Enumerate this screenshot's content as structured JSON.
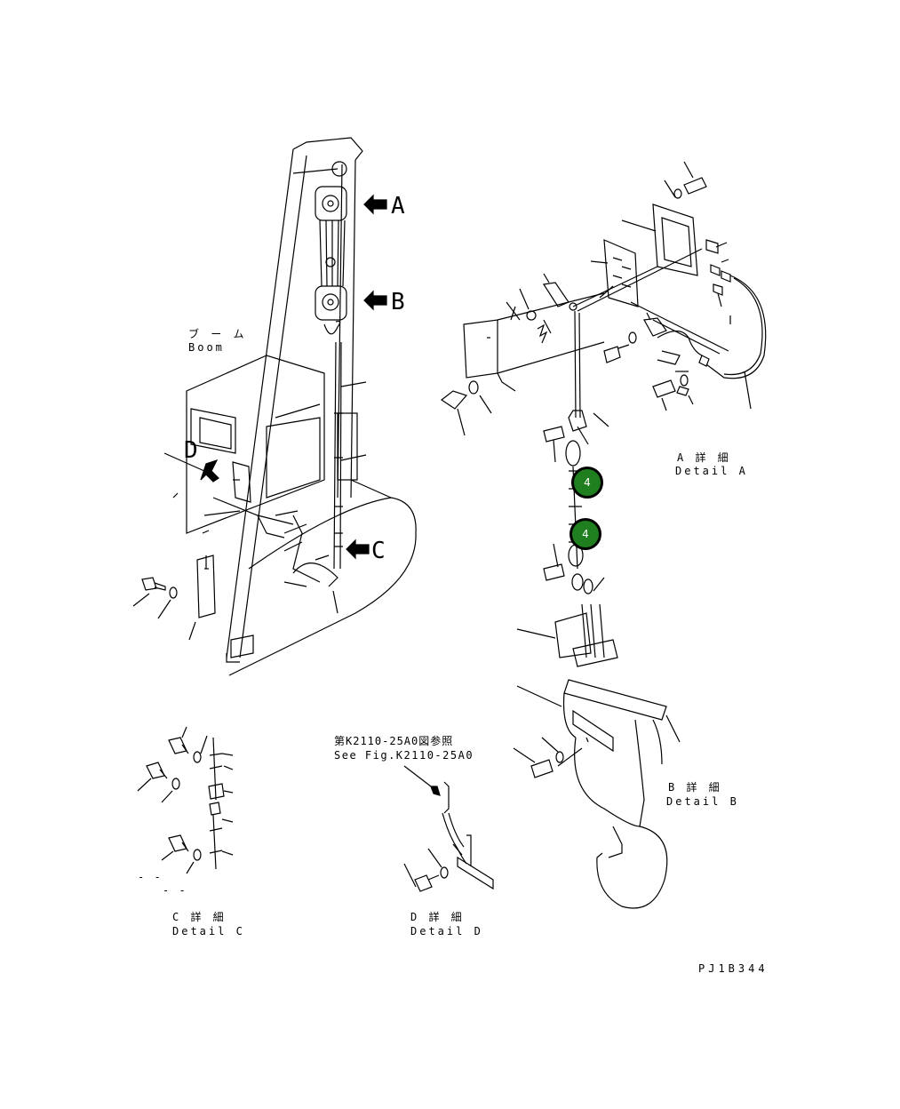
{
  "labels": {
    "boom_jp": "ブ ー ム",
    "boom_en": "Boom",
    "detail_a_jp": "A 詳 細",
    "detail_a_en": "Detail A",
    "detail_b_jp": "B 詳 細",
    "detail_b_en": "Detail B",
    "detail_c_jp": "C 詳 細",
    "detail_c_en": "Detail C",
    "detail_d_jp": "D 詳 細",
    "detail_d_en": "Detail D",
    "see_fig_jp": "第K2110-25A0図参照",
    "see_fig_en": "See Fig.K2110-25A0",
    "drawing_no": "PJ1B344"
  },
  "arrows": {
    "a": "A",
    "b": "B",
    "c": "C",
    "d": "D"
  },
  "callouts": [
    {
      "number": "4",
      "color": "#1f7f1f"
    },
    {
      "number": "4",
      "color": "#1f7f1f"
    }
  ],
  "dashes": {
    "c_left": "- -",
    "c_right": "- -"
  }
}
